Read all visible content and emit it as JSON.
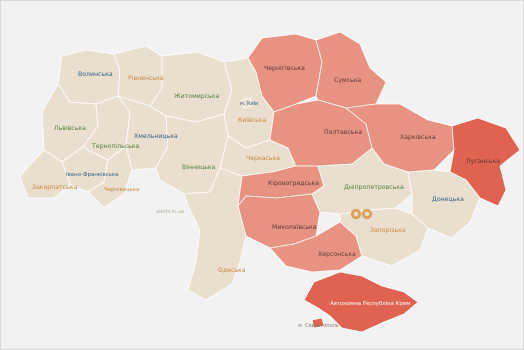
{
  "map": {
    "colors": {
      "background": "#f2f2f2",
      "calm": "#eadfcf",
      "alert": "#e89382",
      "alert_strong": "#e06352",
      "border": "#ffffff",
      "label_blue": "#2f5e8c",
      "label_green": "#4f7f3a",
      "label_orange": "#c8873d",
      "label_dark": "#5b3a3a"
    },
    "regions": [
      {
        "id": "volynska",
        "label": "Волинська",
        "alert": false
      },
      {
        "id": "rivnenska",
        "label": "Рівненська",
        "alert": false
      },
      {
        "id": "zhytomyrska",
        "label": "Житомирська",
        "alert": false
      },
      {
        "id": "kyiv_city",
        "label": "м. Київ",
        "alert": false
      },
      {
        "id": "kyivska",
        "label": "Київська",
        "alert": false
      },
      {
        "id": "chernihivska",
        "label": "Чернігівська",
        "alert": true
      },
      {
        "id": "sumska",
        "label": "Сумська",
        "alert": true
      },
      {
        "id": "lvivska",
        "label": "Львівська",
        "alert": false
      },
      {
        "id": "ternopilska",
        "label": "Тернопільська",
        "alert": false
      },
      {
        "id": "khmelnytska",
        "label": "Хмельницька",
        "alert": false
      },
      {
        "id": "vinnytska",
        "label": "Вінницька",
        "alert": false
      },
      {
        "id": "cherkaska",
        "label": "Черкаська",
        "alert": false
      },
      {
        "id": "poltavska",
        "label": "Полтавська",
        "alert": true
      },
      {
        "id": "kharkivska",
        "label": "Харківська",
        "alert": true
      },
      {
        "id": "luhanska",
        "label": "Луганська",
        "alert": true
      },
      {
        "id": "ivano_frankivska",
        "label": "Івано-Франківська",
        "alert": false
      },
      {
        "id": "zakarpatska",
        "label": "Закарпатська",
        "alert": false
      },
      {
        "id": "chernivetska",
        "label": "Чернівецька",
        "alert": false
      },
      {
        "id": "kirovohradska",
        "label": "Кіровоградська",
        "alert": true
      },
      {
        "id": "dnipropetrovska",
        "label": "Дніпропетровська",
        "alert": false
      },
      {
        "id": "donetska",
        "label": "Донецька",
        "alert": false
      },
      {
        "id": "zaporizka",
        "label": "Запорізька",
        "alert": false
      },
      {
        "id": "mykolaivska",
        "label": "Миколаївська",
        "alert": true
      },
      {
        "id": "khersonska",
        "label": "Херсонська",
        "alert": true
      },
      {
        "id": "odeska",
        "label": "Одеська",
        "alert": false
      },
      {
        "id": "crimea",
        "label": "Автономна Республіка Крим",
        "alert": true
      },
      {
        "id": "sevastopol",
        "label": "м. Севастополь",
        "alert": true
      }
    ],
    "watermark": "alerts.in.ua"
  }
}
